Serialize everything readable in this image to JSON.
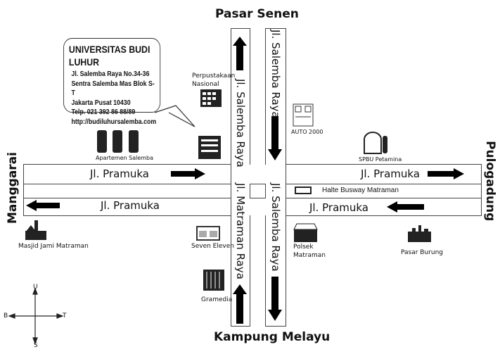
{
  "directions": {
    "north": "Pasar Senen",
    "south": "Kampung Melayu",
    "west": "Manggarai",
    "east": "Pulogadung"
  },
  "roads": {
    "pramuka": "Jl. Pramuka",
    "salemba": "Jl. Salemba Raya",
    "matraman": "Jl. Matraman Raya"
  },
  "callout": {
    "title": "UNIVERSITAS BUDI LUHUR",
    "lines": [
      "Jl. Salemba Raya No.34-36",
      "Sentra Salemba Mas Blok S-T",
      "Jakarta Pusat 10430",
      "Telp. 021 392 86 88/89",
      "http://budiluhursalemba.com"
    ]
  },
  "landmarks": {
    "perpustakaan": "Perpustakaan",
    "nasional": "Nasional",
    "apartemen": "Apartemen Salemba",
    "auto": "AUTO 2000",
    "spbu": "SPBU Petamina",
    "halte": "Halte Busway Matraman",
    "masjid": "Masjid Jami Matraman",
    "seven": "Seven Eleven",
    "polsek1": "Polsek",
    "polsek2": "Matraman",
    "pasar": "Pasar Burung",
    "gramedia": "Gramedia"
  },
  "compass": {
    "u": "U",
    "s": "S",
    "b": "B",
    "t": "T"
  }
}
